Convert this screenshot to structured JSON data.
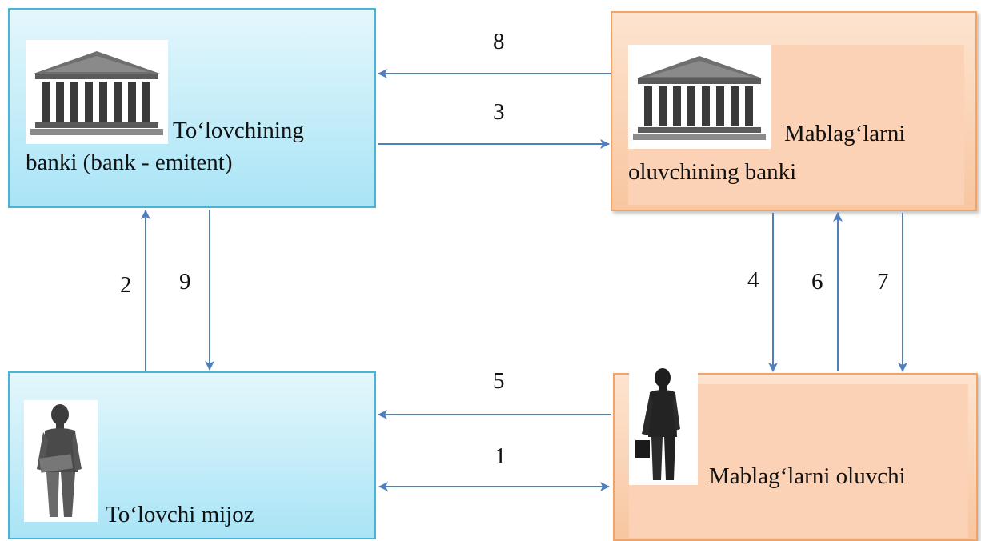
{
  "nodes": {
    "payer_bank": {
      "line1": "To‘lovchining",
      "line2": "banki  (bank - emitent)",
      "icon": "bank-building-icon"
    },
    "payee_bank": {
      "line1": "Mablag‘larni",
      "line2": "oluvchining banki",
      "icon": "bank-building-icon"
    },
    "payer_client": {
      "label": "To‘lovchi mijoz",
      "icon": "person-icon"
    },
    "payee": {
      "label": "Mablag‘larni oluvchi",
      "icon": "businessman-icon"
    }
  },
  "steps": [
    "1",
    "2",
    "3",
    "4",
    "5",
    "6",
    "7",
    "8",
    "9"
  ],
  "colors": {
    "blue_fill": "#a9e4f6",
    "blue_border": "#46b6d5",
    "orange_fill": "#f8c6a0",
    "orange_border": "#f0a46a",
    "arrow": "#4f7fbe"
  }
}
